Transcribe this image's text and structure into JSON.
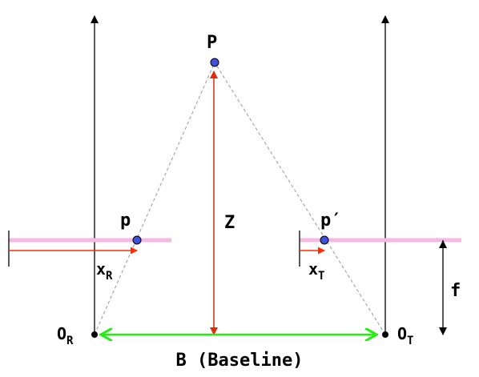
{
  "labels": {
    "P": "P",
    "p": "p",
    "p_prime": "p′",
    "Z": "Z",
    "f": "f",
    "x_r_base": "x",
    "x_r_sub": "R",
    "x_t_base": "x",
    "x_t_sub": "T",
    "o_r_base": "O",
    "o_r_sub": "R",
    "o_t_base": "O",
    "o_t_sub": "T",
    "baseline": "B (Baseline)"
  },
  "colors": {
    "axis": "#000000",
    "image_plane": "#f4b8e2",
    "point_fill": "#3f51d8",
    "depth_arrow": "#e02b0e",
    "offset_arrow": "#ff2a00",
    "baseline_arrow": "#22ee11",
    "projection_line": "#999999"
  }
}
